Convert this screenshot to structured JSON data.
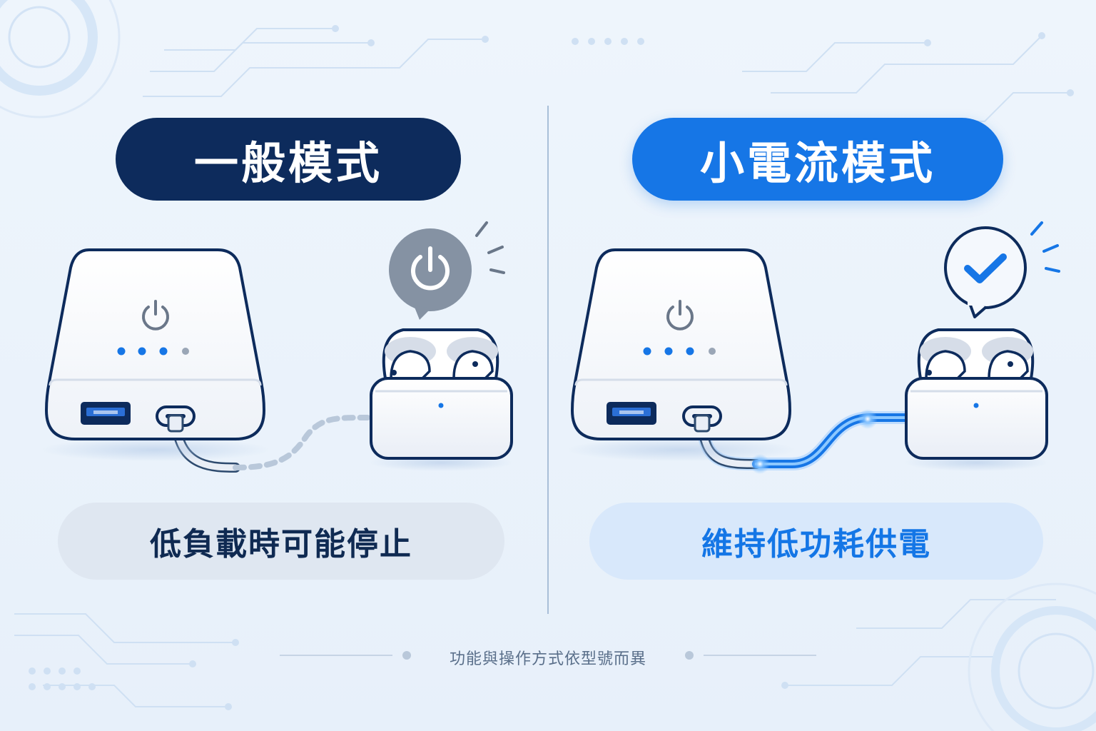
{
  "modes": {
    "normal": {
      "title": "一般模式",
      "caption": "低負載時可能停止",
      "status_icon": "power-icon",
      "cable_state": "dashed"
    },
    "low_current": {
      "title": "小電流模式",
      "caption": "維持低功耗供電",
      "status_icon": "checkmark-icon",
      "cable_state": "glowing"
    }
  },
  "footnote": "功能與操作方式依型號而異",
  "power_bank": {
    "indicator_dots_lit": 3,
    "indicator_dots_total": 4,
    "ports": [
      "usb-a-port",
      "usb-c-port"
    ]
  },
  "colors": {
    "navy": "#0d2b5c",
    "blue": "#1676e6",
    "gray_bubble": "#8592a3",
    "background": "#eaf2fb"
  }
}
